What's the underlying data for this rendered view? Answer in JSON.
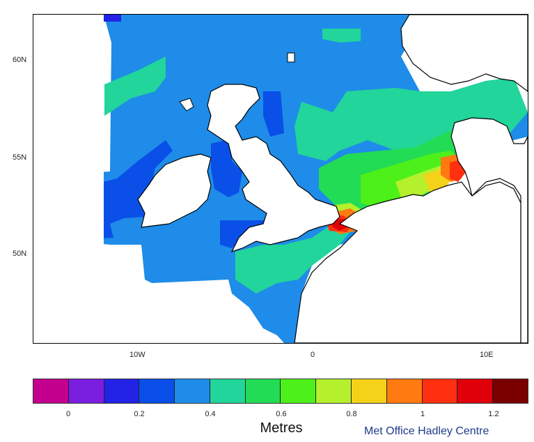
{
  "map": {
    "lat_labels": [
      "60N",
      "55N",
      "50N"
    ],
    "lon_labels": [
      "10W",
      "0",
      "10E"
    ],
    "land_color": "#ffffff",
    "outline_color": "#000000"
  },
  "legend": {
    "colors": [
      "#c4008f",
      "#7a1fe0",
      "#2323e6",
      "#0a4fe8",
      "#1e8ce8",
      "#22d59a",
      "#22dc55",
      "#4ef01a",
      "#b4f02c",
      "#f5d21a",
      "#ff7a10",
      "#ff3010",
      "#e0000a",
      "#7a0000"
    ],
    "labels": [
      "0",
      "0.2",
      "0.4",
      "0.6",
      "0.8",
      "1",
      "1.2"
    ],
    "units": "Metres"
  },
  "credit": "Met Office Hadley Centre"
}
